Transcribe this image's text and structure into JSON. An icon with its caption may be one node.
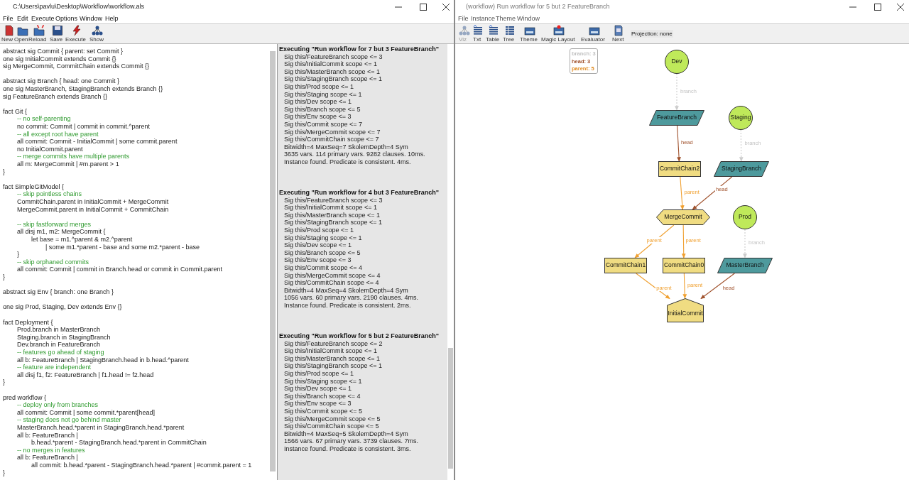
{
  "diagram": {
    "nodes": [
      {
        "text": [
          "Dev"
        ]
      },
      {
        "text": [
          "FeatureBranch"
        ]
      },
      {
        "text": [
          "Staging"
        ]
      },
      {
        "text": [
          "CommitChain2"
        ]
      },
      {
        "text": [
          "StagingBranch"
        ]
      },
      {
        "text": [
          "MergeCommit"
        ]
      },
      {
        "text": [
          "Prod"
        ]
      },
      {
        "text": [
          "CommitChain1"
        ]
      },
      {
        "text": [
          "CommitChain0"
        ]
      },
      {
        "text": [
          "MasterBranch"
        ]
      },
      {
        "text": [
          "InitialCommit"
        ]
      }
    ],
    "edges": [
      {
        "from": 0,
        "to": 1,
        "arrow": "to",
        "label": "branch",
        "style": "dashed",
        "color": "#cccccc"
      },
      {
        "from": 1,
        "to": 3,
        "arrow": "to",
        "label": "head",
        "color": "#a0522d"
      },
      {
        "from": 2,
        "to": 4,
        "arrow": "to",
        "label": "branch",
        "style": "dashed",
        "color": "#cccccc"
      },
      {
        "from": 3,
        "to": 5,
        "arrow": "to",
        "label": "parent"
      },
      {
        "from": 4,
        "to": 5,
        "arrow": "to",
        "label": "head",
        "color": "#a0522d"
      },
      {
        "from": 6,
        "to": 9,
        "arrow": "to",
        "label": "branch",
        "style": "dashed",
        "color": "#cccccc"
      },
      {
        "from": 5,
        "to": 7,
        "arrow": "to",
        "label": "parent"
      },
      {
        "from": 5,
        "to": 8,
        "arrow": "to",
        "label": "parent"
      },
      {
        "from": 7,
        "to": 10,
        "arrow": "to",
        "label": "parent"
      },
      {
        "from": 8,
        "to": 10,
        "arrow": "to",
        "label": "parent"
      },
      {
        "from": 9,
        "to": 10,
        "arrow": "to",
        "label": "head",
        "color": "#a0522d"
      }
    ],
    "labels": [
      "C:\\Users\\pavlu\\Desktop\\Workflow\\workflow.als",
      "File",
      "Edit",
      "Execute",
      "Options",
      "Window",
      "Help",
      "New",
      "Open",
      "Reload",
      "Save",
      "Execute",
      "Show",
      "abstract sig Commit { parent: set Commit }",
      "one sig InitialCommit extends Commit {}",
      "sig MergeCommit, CommitChain extends Commit {}",
      "abstract sig Branch { head: one Commit }",
      "one sig MasterBranch, StagingBranch extends Branch {}",
      "sig FeatureBranch extends Branch {}",
      "fact Git {",
      "-- no self-parenting",
      "no commit: Commit | commit in commit.^parent",
      "-- all except root have parent",
      "all commit: Commit - InitialCommit | some commit.parent",
      "no InitialCommit.parent",
      "-- merge commits have multiple parents",
      "all m: MergeCommit | #m.parent > 1",
      "}",
      "fact SimpleGitModel {",
      "-- skip pointless chains",
      "CommitChain.parent in InitialCommit + MergeCommit",
      "MergeCommit.parent in InitialCommit + CommitChain",
      "-- skip fastforward merges",
      "all disj m1, m2: MergeCommit {",
      "let base = m1.^parent & m2.^parent",
      "| some m1.*parent - base and some m2.*parent - base",
      "}",
      "-- skip orphaned commits",
      "all commit: Commit | commit in Branch.head or commit in Commit.parent",
      "}",
      "abstract sig Env { branch: one Branch }",
      "one sig Prod, Staging, Dev extends Env {}",
      "fact Deployment {",
      "Prod.branch in MasterBranch",
      "Staging.branch in StagingBranch",
      "Dev.branch in FeatureBranch",
      "-- features go ahead of staging",
      "all b: FeatureBranch | StagingBranch.head in b.head.^parent",
      "-- feature are independent",
      "all disj f1, f2: FeatureBranch | f1.head != f2.head",
      "}",
      "pred workflow {",
      "-- deploy only from branches",
      "all commit: Commit | some commit.*parent[head]",
      "-- staging does not go behind master",
      "MasterBranch.head.*parent in StagingBranch.head.*parent",
      "all b: FeatureBranch |",
      "b.head.*parent - StagingBranch.head.*parent in CommitChain",
      "-- no merges in features",
      "all b: FeatureBranch |",
      "all commit: b.head.*parent - StagingBranch.head.*parent | #commit.parent = 1",
      "}",
      "Executing \"Run workflow for 7 but 3 FeatureBranch\"",
      "Sig this/FeatureBranch scope <= 3",
      "Sig this/InitialCommit scope <= 1",
      "Sig this/MasterBranch scope <= 1",
      "Sig this/StagingBranch scope <= 1",
      "Sig this/Prod scope <= 1",
      "Sig this/Staging scope <= 1",
      "Sig this/Dev scope <= 1",
      "Sig this/Branch scope <= 5",
      "Sig this/Env scope <= 3",
      "Sig this/Commit scope <= 7",
      "Sig this/MergeCommit scope <= 7",
      "Sig this/CommitChain scope <= 7",
      "Bitwidth=4 MaxSeq=7 SkolemDepth=4 Sym",
      "3635 vars. 114 primary vars. 9282 clauses. 10ms.",
      "Instance found. Predicate is consistent. 4ms.",
      "Executing \"Run workflow for 4 but 3 FeatureBranch\"",
      "Sig this/FeatureBranch scope <= 3",
      "Sig this/InitialCommit scope <= 1",
      "Sig this/MasterBranch scope <= 1",
      "Sig this/StagingBranch scope <= 1",
      "Sig this/Prod scope <= 1",
      "Sig this/Staging scope <= 1",
      "Sig this/Dev scope <= 1",
      "Sig this/Branch scope <= 5",
      "Sig this/Env scope <= 3",
      "Sig this/Commit scope <= 4",
      "Sig this/MergeCommit scope <= 4",
      "Sig this/CommitChain scope <= 4",
      "Bitwidth=4 MaxSeq=4 SkolemDepth=4 Sym",
      "1056 vars. 60 primary vars. 2190 clauses. 4ms.",
      "Instance found. Predicate is consistent. 2ms.",
      "Executing \"Run workflow for 5 but 2 FeatureBranch\"",
      "Sig this/FeatureBranch scope <= 2",
      "Sig this/InitialCommit scope <= 1",
      "Sig this/MasterBranch scope <= 1",
      "Sig this/StagingBranch scope <= 1",
      "Sig this/Prod scope <= 1",
      "Sig this/Staging scope <= 1",
      "Sig this/Dev scope <= 1",
      "Sig this/Branch scope <= 4",
      "Sig this/Env scope <= 3",
      "Sig this/Commit scope <= 5",
      "Sig this/MergeCommit scope <= 5",
      "Sig this/CommitChain scope <= 5",
      "Bitwidth=4 MaxSeq=5 SkolemDepth=4 Sym",
      "1566 vars. 67 primary vars. 3739 clauses. 7ms.",
      "Instance found. Predicate is consistent. 3ms.",
      "(workflow) Run workflow for 5 but 2 FeatureBranch",
      "File",
      "Instance",
      "Theme",
      "Window",
      "Viz",
      "Txt",
      "Table",
      "Tree",
      "Theme",
      "Magic Layout",
      "Evaluator",
      "Next",
      "Projection: none",
      "branch: 3",
      "head: 3",
      "parent: 5"
    ]
  }
}
